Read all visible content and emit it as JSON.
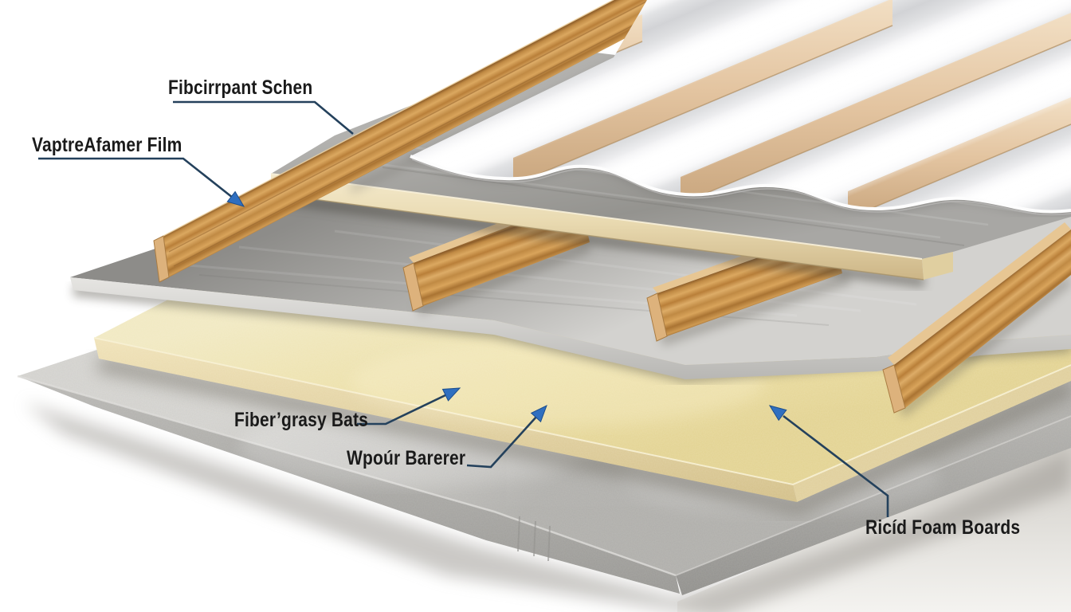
{
  "figure": {
    "description": "Cutaway diagram of roof construction layers",
    "labels": {
      "roof_sheet": "Fibcirrpant Schen",
      "vapor_film": "VaptreAfamer Film",
      "fiberglass_batts": "Fiber’grasy Bats",
      "vapour_barrier": "Wpoúr Barerer",
      "rigid_foam": "Ricíd Foam Boards"
    },
    "colors": {
      "leader_line": "#24415c",
      "arrowhead": "#2f6fc0",
      "label_text": "#1a1a1a",
      "wood": "#c08a44",
      "batten": "#e3c4a0",
      "sheet": "#eceded",
      "panel_edge": "#e9dab1",
      "membrane": "#b9b8b5",
      "insulation": "#ecdfa6",
      "concrete": "#c6c5c2"
    }
  }
}
